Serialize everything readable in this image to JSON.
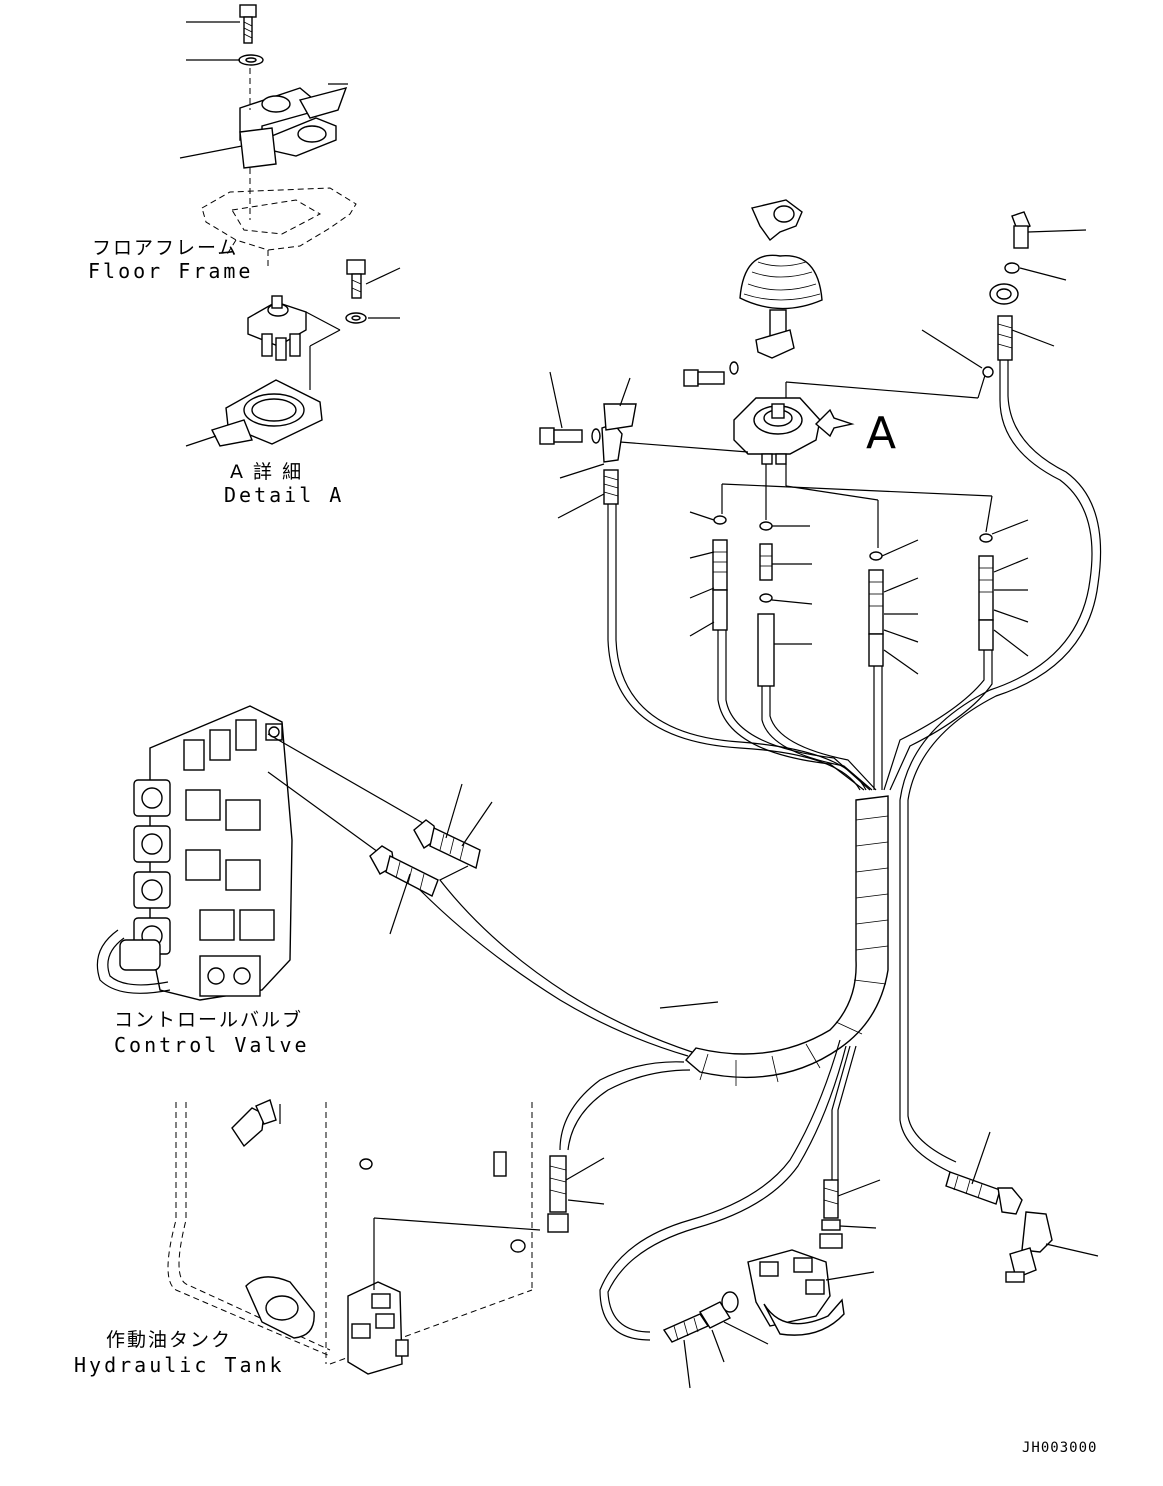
{
  "labels": {
    "floor_frame_jp": "フロアフレーム",
    "floor_frame_en": "Floor Frame",
    "detail_a_jp": "A 詳 細",
    "detail_a_en": "Detail A",
    "control_valve_jp": "コントロールバルブ",
    "control_valve_en": "Control Valve",
    "hydraulic_tank_jp": "作動油タンク",
    "hydraulic_tank_en": "Hydraulic Tank",
    "view_marker": "A",
    "drawing_code": "JH003000"
  }
}
